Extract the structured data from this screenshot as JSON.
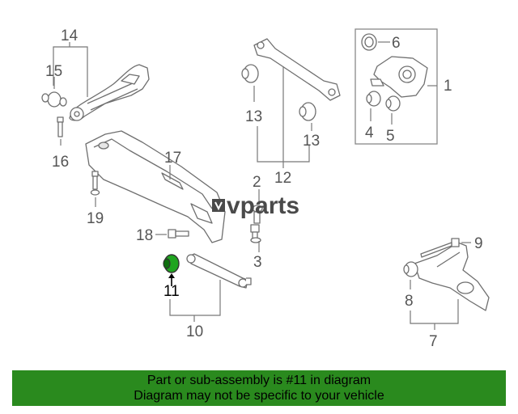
{
  "diagram": {
    "labels": {
      "c1": "1",
      "c2": "2",
      "c3": "3",
      "c4": "4",
      "c5": "5",
      "c6": "6",
      "c7": "7",
      "c8": "8",
      "c9": "9",
      "c10": "10",
      "c11": "11",
      "c12": "12",
      "c13a": "13",
      "c13b": "13",
      "c14": "14",
      "c15": "15",
      "c16": "16",
      "c17": "17",
      "c18": "18",
      "c19": "19"
    },
    "watermark": "vparts",
    "highlight_color": "#1fa51f"
  },
  "banner": {
    "line1": "Part or sub-assembly is #11 in diagram",
    "line2": "Diagram may not be specific to your vehicle",
    "color": "#2a8a1e"
  }
}
